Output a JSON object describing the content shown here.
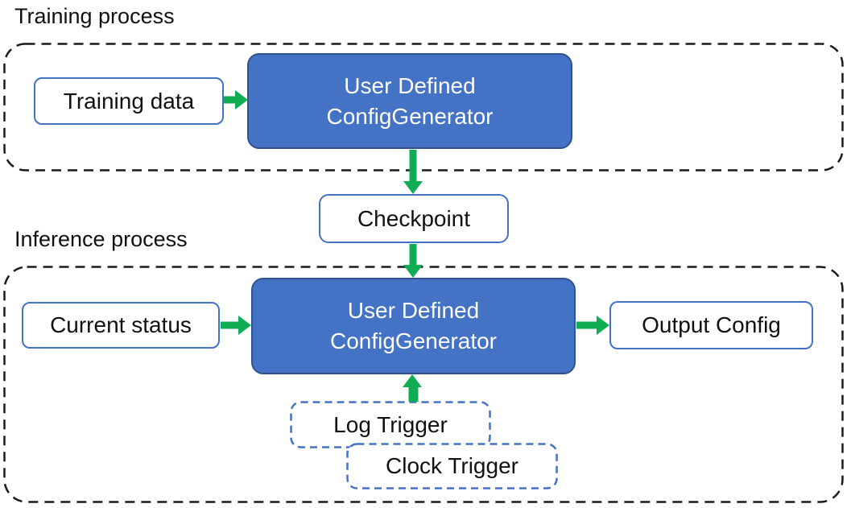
{
  "colors": {
    "accent_blue": "#4472C4",
    "blue_border": "#2F528F",
    "arrow_green": "#10AC54",
    "line_black": "#1a1a1a"
  },
  "training": {
    "label": "Training process",
    "input": "Training data",
    "generator_line1": "User Defined",
    "generator_line2": "ConfigGenerator"
  },
  "checkpoint": {
    "label": "Checkpoint"
  },
  "inference": {
    "label": "Inference process",
    "input": "Current status",
    "generator_line1": "User Defined",
    "generator_line2": "ConfigGenerator",
    "output": "Output Config",
    "triggers": [
      "Log Trigger",
      "Clock Trigger"
    ]
  }
}
